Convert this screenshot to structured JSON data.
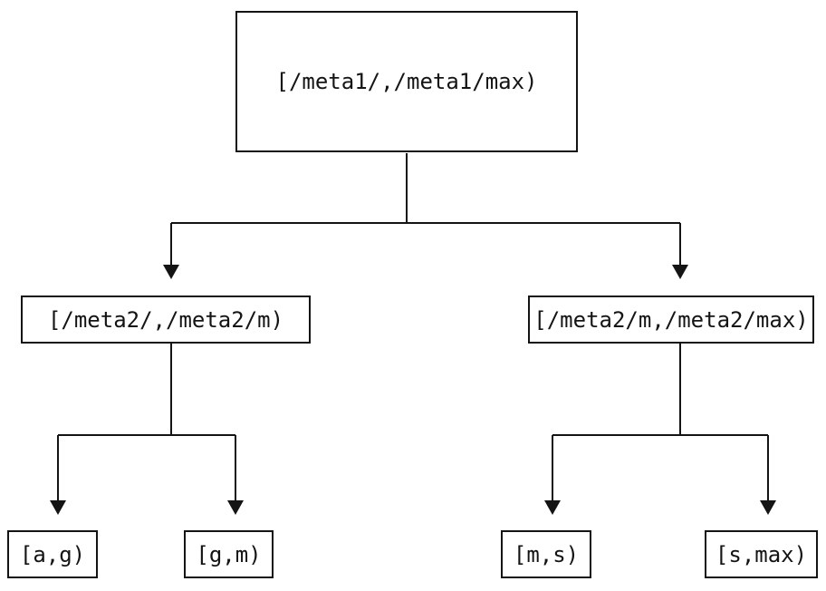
{
  "diagram": {
    "type": "tree",
    "colors": {
      "background": "#ffffff",
      "line": "#141414",
      "text": "#141414"
    },
    "nodes": {
      "root": {
        "label": "[/meta1/,/meta1/max)"
      },
      "mid_left": {
        "label": "[/meta2/,/meta2/m)"
      },
      "mid_right": {
        "label": "[/meta2/m,/meta2/max)"
      },
      "leaf_ag": {
        "label": "[a,g)"
      },
      "leaf_gm": {
        "label": "[g,m)"
      },
      "leaf_ms": {
        "label": "[m,s)"
      },
      "leaf_smax": {
        "label": "[s,max)"
      }
    },
    "edges": [
      {
        "from": "root",
        "to": "mid_left"
      },
      {
        "from": "root",
        "to": "mid_right"
      },
      {
        "from": "mid_left",
        "to": "leaf_ag"
      },
      {
        "from": "mid_left",
        "to": "leaf_gm"
      },
      {
        "from": "mid_right",
        "to": "leaf_ms"
      },
      {
        "from": "mid_right",
        "to": "leaf_smax"
      }
    ]
  }
}
